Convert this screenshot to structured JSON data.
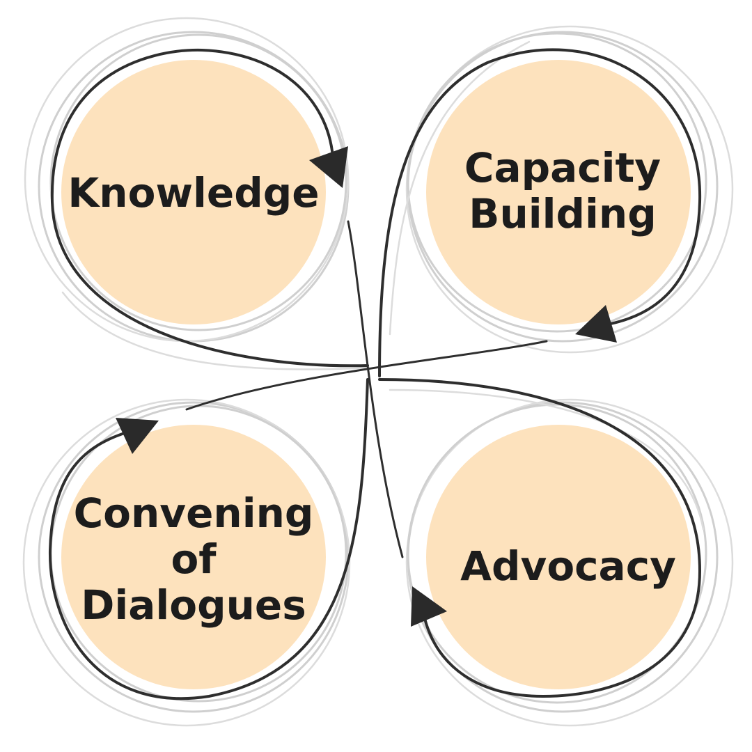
{
  "nodes": {
    "knowledge": {
      "lines": [
        "Knowledge"
      ]
    },
    "capacity_building": {
      "lines": [
        "Capacity",
        "Building"
      ]
    },
    "convening": {
      "lines": [
        "Convening",
        "of",
        "Dialogues"
      ]
    },
    "advocacy": {
      "lines": [
        "Advocacy"
      ]
    }
  },
  "colors": {
    "circle_fill": "#fde2bd",
    "path": "#2e2e2e",
    "sketch": "#cfcfcf",
    "text": "#1c1c1c"
  }
}
